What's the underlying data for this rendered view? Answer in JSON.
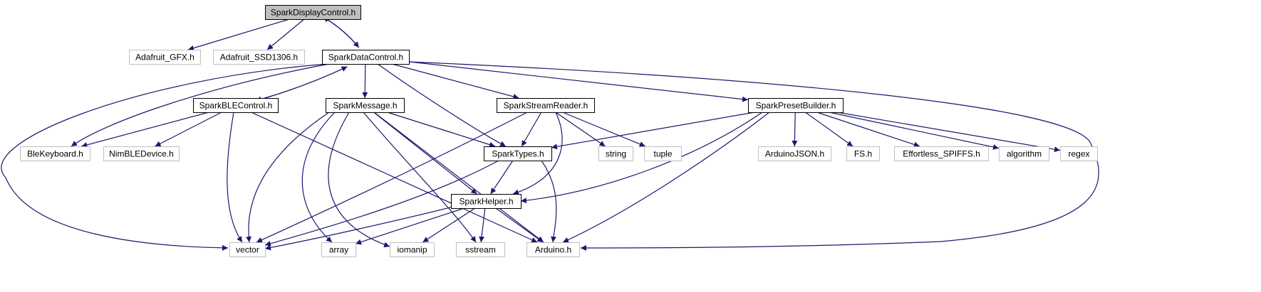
{
  "colors": {
    "edge": "#191970",
    "root_fill": "#bfbfbf",
    "root_stroke": "#000000",
    "node_stroke": "#000000",
    "external_stroke": "#bfbfbf",
    "node_fill": "#ffffff"
  },
  "nodes": [
    {
      "id": "display",
      "label": "SparkDisplayControl.h",
      "kind": "root"
    },
    {
      "id": "gfx",
      "label": "Adafruit_GFX.h",
      "kind": "external"
    },
    {
      "id": "ssd",
      "label": "Adafruit_SSD1306.h",
      "kind": "external"
    },
    {
      "id": "data",
      "label": "SparkDataControl.h",
      "kind": "internal"
    },
    {
      "id": "ble",
      "label": "SparkBLEControl.h",
      "kind": "internal"
    },
    {
      "id": "msg",
      "label": "SparkMessage.h",
      "kind": "internal"
    },
    {
      "id": "stream",
      "label": "SparkStreamReader.h",
      "kind": "internal"
    },
    {
      "id": "preset",
      "label": "SparkPresetBuilder.h",
      "kind": "internal"
    },
    {
      "id": "blekb",
      "label": "BleKeyboard.h",
      "kind": "external"
    },
    {
      "id": "nimble",
      "label": "NimBLEDevice.h",
      "kind": "external"
    },
    {
      "id": "types",
      "label": "SparkTypes.h",
      "kind": "internal"
    },
    {
      "id": "string",
      "label": "string",
      "kind": "external"
    },
    {
      "id": "tuple",
      "label": "tuple",
      "kind": "external"
    },
    {
      "id": "ajson",
      "label": "ArduinoJSON.h",
      "kind": "external"
    },
    {
      "id": "fs",
      "label": "FS.h",
      "kind": "external"
    },
    {
      "id": "spiffs",
      "label": "Effortless_SPIFFS.h",
      "kind": "external"
    },
    {
      "id": "algo",
      "label": "algorithm",
      "kind": "external"
    },
    {
      "id": "regex",
      "label": "regex",
      "kind": "external"
    },
    {
      "id": "helper",
      "label": "SparkHelper.h",
      "kind": "internal"
    },
    {
      "id": "vector",
      "label": "vector",
      "kind": "external"
    },
    {
      "id": "array",
      "label": "array",
      "kind": "external"
    },
    {
      "id": "iomanip",
      "label": "iomanip",
      "kind": "external"
    },
    {
      "id": "sstream",
      "label": "sstream",
      "kind": "external"
    },
    {
      "id": "arduino",
      "label": "Arduino.h",
      "kind": "external"
    }
  ],
  "edges": [
    {
      "from": "display",
      "to": "gfx"
    },
    {
      "from": "display",
      "to": "ssd"
    },
    {
      "from": "display",
      "to": "data"
    },
    {
      "from": "data",
      "to": "display"
    },
    {
      "from": "data",
      "to": "ble"
    },
    {
      "from": "ble",
      "to": "data"
    },
    {
      "from": "data",
      "to": "msg"
    },
    {
      "from": "data",
      "to": "stream"
    },
    {
      "from": "data",
      "to": "preset"
    },
    {
      "from": "data",
      "to": "types"
    },
    {
      "from": "data",
      "to": "blekb"
    },
    {
      "from": "data",
      "to": "vector"
    },
    {
      "from": "data",
      "to": "arduino"
    },
    {
      "from": "ble",
      "to": "blekb"
    },
    {
      "from": "ble",
      "to": "nimble"
    },
    {
      "from": "ble",
      "to": "vector"
    },
    {
      "from": "ble",
      "to": "arduino"
    },
    {
      "from": "msg",
      "to": "types"
    },
    {
      "from": "msg",
      "to": "helper"
    },
    {
      "from": "msg",
      "to": "vector"
    },
    {
      "from": "msg",
      "to": "array"
    },
    {
      "from": "msg",
      "to": "iomanip"
    },
    {
      "from": "msg",
      "to": "sstream"
    },
    {
      "from": "msg",
      "to": "arduino"
    },
    {
      "from": "stream",
      "to": "types"
    },
    {
      "from": "stream",
      "to": "helper"
    },
    {
      "from": "stream",
      "to": "string"
    },
    {
      "from": "stream",
      "to": "tuple"
    },
    {
      "from": "stream",
      "to": "vector"
    },
    {
      "from": "preset",
      "to": "types"
    },
    {
      "from": "preset",
      "to": "helper"
    },
    {
      "from": "preset",
      "to": "ajson"
    },
    {
      "from": "preset",
      "to": "fs"
    },
    {
      "from": "preset",
      "to": "spiffs"
    },
    {
      "from": "preset",
      "to": "algo"
    },
    {
      "from": "preset",
      "to": "regex"
    },
    {
      "from": "preset",
      "to": "arduino"
    },
    {
      "from": "types",
      "to": "helper"
    },
    {
      "from": "types",
      "to": "vector"
    },
    {
      "from": "types",
      "to": "arduino"
    },
    {
      "from": "helper",
      "to": "vector"
    },
    {
      "from": "helper",
      "to": "array"
    },
    {
      "from": "helper",
      "to": "iomanip"
    },
    {
      "from": "helper",
      "to": "sstream"
    },
    {
      "from": "helper",
      "to": "arduino"
    }
  ]
}
